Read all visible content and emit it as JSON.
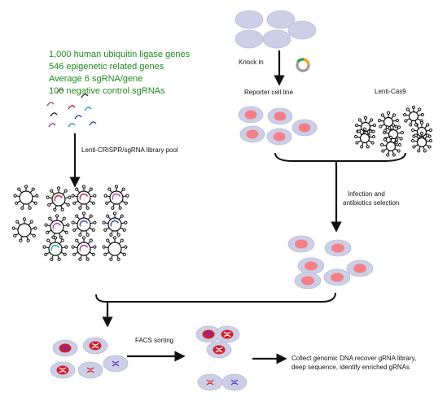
{
  "library_description": [
    "1,000 human ubiquitin ligase genes",
    "546 epigenetic related genes",
    "Average 6 sgRNA/gene",
    "100 negative control sgRNAs"
  ],
  "labels": {
    "lenti_crispr": "Lenti-CRISPR/sgRNA library pool",
    "knock_in": "Knock in",
    "reporter_cell_line": "Reporter cell line",
    "lenti_cas9": "Lenti-Cas9",
    "infection_line1": "Infection and",
    "infection_line2": "antibiotics selection",
    "facs_sorting": "FACS sorting",
    "collect_line1": "Collect genomic DNA recover gRNA library,",
    "collect_line2": "deep sequence, identify enriched gRNAs"
  },
  "colors": {
    "library_text": "#1f8a1f",
    "cell_body": "#cccfe6",
    "nucleus": "#f47f86",
    "sorted_nucleus": "#d41f2b",
    "arrow": "#111111",
    "sgrna_colors": [
      "#b03aa8",
      "#c8102e",
      "#222222",
      "#19a4a0",
      "#1f3fbf",
      "#8e2b9a"
    ]
  }
}
